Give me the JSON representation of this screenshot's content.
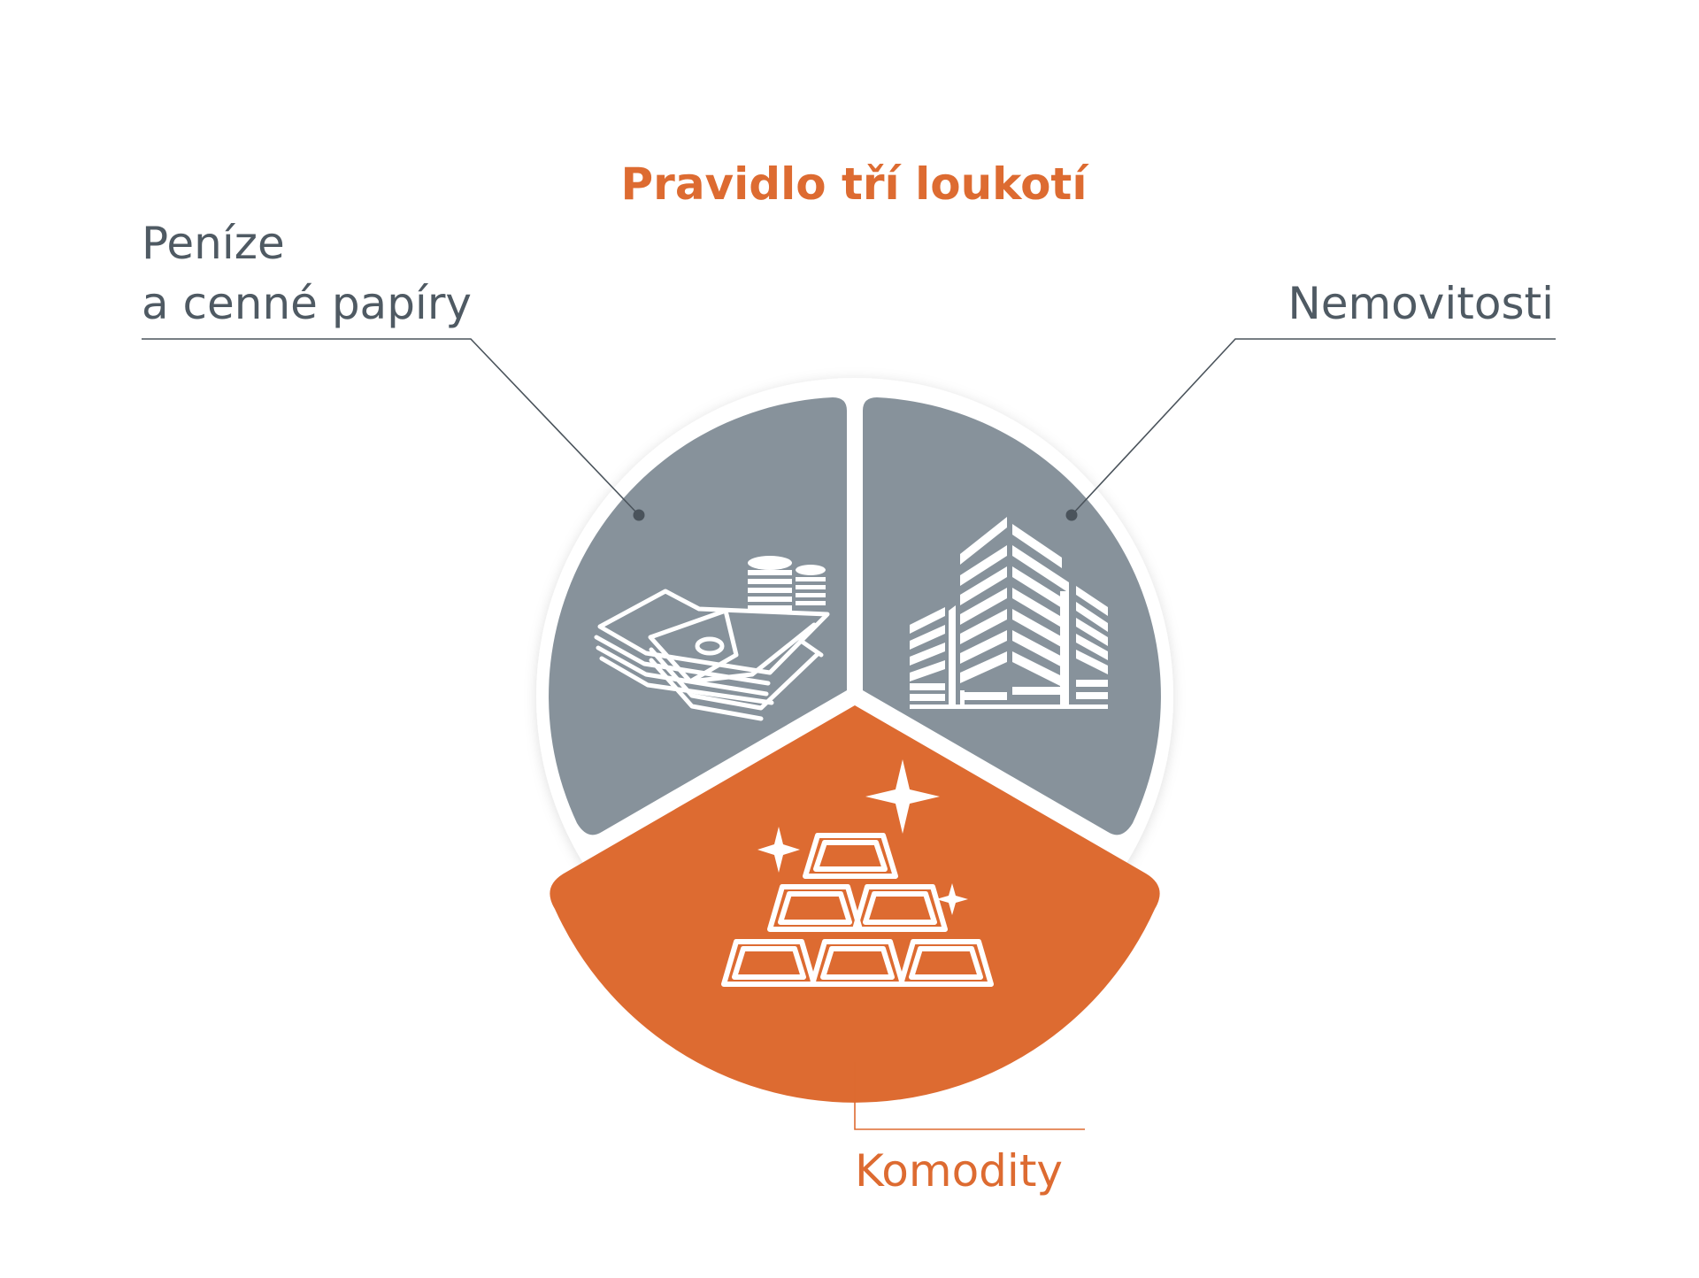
{
  "title": "Pravidlo tří loukotí",
  "segments": [
    {
      "id": "money",
      "label_lines": [
        "Peníze",
        "a cenné papíry"
      ],
      "icon": "money-coins-icon"
    },
    {
      "id": "realestate",
      "label_lines": [
        "Nemovitosti"
      ],
      "icon": "buildings-icon"
    },
    {
      "id": "commodities",
      "label_lines": [
        "Komodity"
      ],
      "icon": "gold-bars-icon"
    }
  ],
  "colors": {
    "accent": "#dd6b31",
    "segment_gray": "#87929b",
    "text_gray": "#4f5a63",
    "leader_gray": "#4a535b",
    "icon": "#ffffff"
  }
}
